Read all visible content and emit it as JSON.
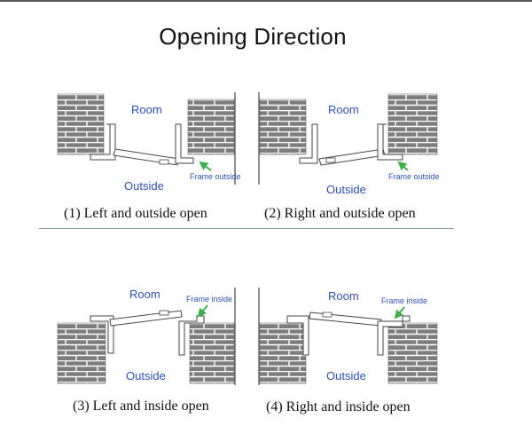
{
  "title": "Opening Direction",
  "colors": {
    "brick": "#7d7d7d",
    "mortar": "#ffffff",
    "label": "#2b52b8",
    "arrow": "#3cb04a"
  },
  "diagrams": [
    {
      "room": "Room",
      "outside": "Outside",
      "frame_label": "Frame outside",
      "caption": "(1) Left and outside open"
    },
    {
      "room": "Room",
      "outside": "Outside",
      "frame_label": "Frame outside",
      "caption": "(2) Right and outside open"
    },
    {
      "room": "Room",
      "outside": "Outside",
      "frame_label": "Frame inside",
      "caption": "(3) Left and inside open"
    },
    {
      "room": "Room",
      "outside": "Outside",
      "frame_label": "Frame inside",
      "caption": "(4) Right and inside open"
    }
  ]
}
